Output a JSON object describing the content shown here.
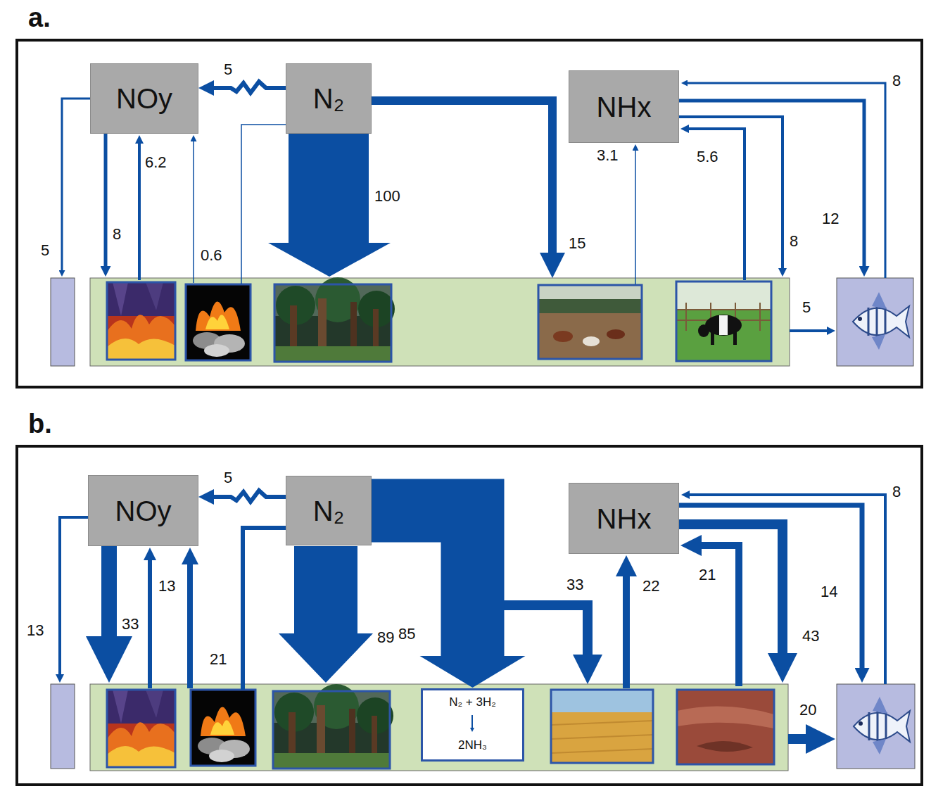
{
  "diagram": {
    "nodes": [
      {
        "text": [
          "a."
        ]
      },
      {
        "text": [
          "NOy"
        ],
        "in": 0
      },
      {
        "text": [
          "N₂"
        ],
        "in": 0
      },
      {
        "text": [
          "NHx"
        ],
        "in": 0
      },
      {
        "text": [
          "b."
        ]
      },
      {
        "text": [
          "NOy"
        ],
        "in": 4
      },
      {
        "text": [
          "N₂"
        ],
        "in": 4
      },
      {
        "text": [
          "NHx"
        ],
        "in": 4
      },
      {
        "text": [
          "N₂ + 3H₂",
          "2NH₃"
        ],
        "in": 4
      }
    ],
    "edges": [
      {
        "from": 2,
        "to": 1,
        "arrow": "to",
        "label": "5"
      },
      {
        "from": 6,
        "to": 5,
        "arrow": "to",
        "label": "5"
      },
      {
        "from": 6,
        "to": 8,
        "arrow": "to",
        "label": "85"
      }
    ],
    "labels": [
      "5",
      "8",
      "6.2",
      "0.6",
      "100",
      "15",
      "3.1",
      "5.6",
      "8",
      "12",
      "8",
      "5",
      "13",
      "33",
      "13",
      "21",
      "89",
      "33",
      "22",
      "21",
      "14",
      "43",
      "8",
      "20"
    ]
  }
}
